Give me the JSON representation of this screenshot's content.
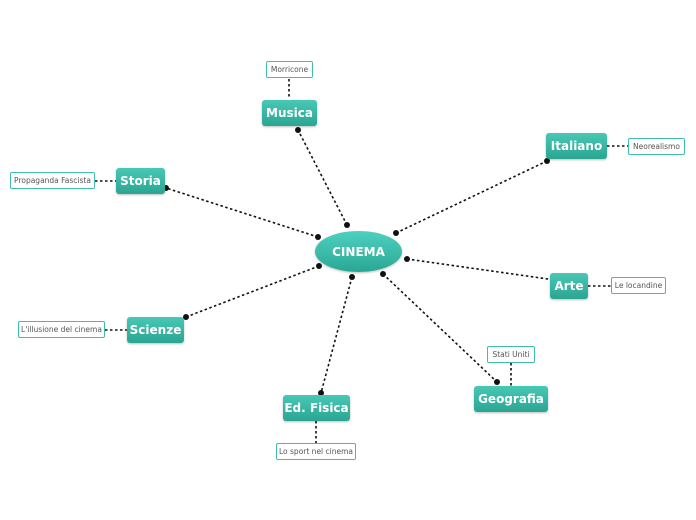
{
  "center": {
    "label": "CINEMA"
  },
  "topics": [
    {
      "id": "musica",
      "label": "Musica",
      "sub": "Morricone"
    },
    {
      "id": "italiano",
      "label": "Italiano",
      "sub": "Neorealismo"
    },
    {
      "id": "storia",
      "label": "Storia",
      "sub": "Propaganda Fascista"
    },
    {
      "id": "arte",
      "label": "Arte",
      "sub": "Le locandine"
    },
    {
      "id": "scienze",
      "label": "Scienze",
      "sub": "L'illusione del cinema"
    },
    {
      "id": "edfisica",
      "label": "Ed. Fisica",
      "sub": "Lo sport nel cinema"
    },
    {
      "id": "geografia",
      "label": "Geografia",
      "sub": "Stati Uniti"
    }
  ],
  "colors": {
    "node": "#2fae9b",
    "link": "#111111",
    "sub_border": "#3cbfae"
  }
}
